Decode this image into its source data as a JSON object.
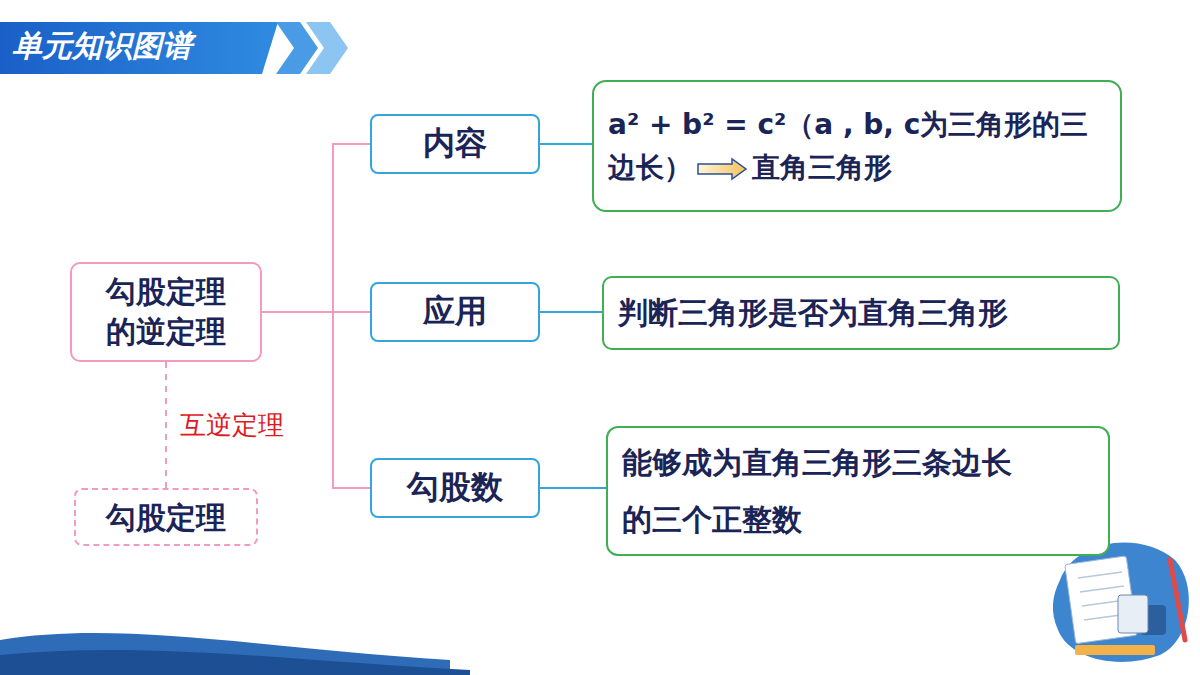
{
  "diagram": {
    "title": "单元知识图谱",
    "nodes": [
      {
        "text": [
          "勾股定理的逆定理"
        ]
      },
      {
        "text": [
          "内容"
        ]
      },
      {
        "text": [
          "a² + b² = c²（a , b, c为三角形的三边长）",
          "直角三角形"
        ]
      },
      {
        "text": [
          "应用"
        ]
      },
      {
        "text": [
          "判断三角形是否为直角三角形"
        ]
      },
      {
        "text": [
          "勾股数"
        ]
      },
      {
        "text": [
          "能够成为直角三角形三条边长的三个正整数"
        ]
      },
      {
        "text": [
          "勾股定理"
        ]
      }
    ],
    "edges": [
      {
        "from": 0,
        "to": 1,
        "arrow": "none"
      },
      {
        "from": 0,
        "to": 3,
        "arrow": "none"
      },
      {
        "from": 0,
        "to": 5,
        "arrow": "none"
      },
      {
        "from": 1,
        "to": 2,
        "arrow": "none"
      },
      {
        "from": 3,
        "to": 4,
        "arrow": "none"
      },
      {
        "from": 5,
        "to": 6,
        "arrow": "none"
      },
      {
        "from": 0,
        "to": 7,
        "label": "互逆定理",
        "arrow": "none"
      }
    ]
  }
}
